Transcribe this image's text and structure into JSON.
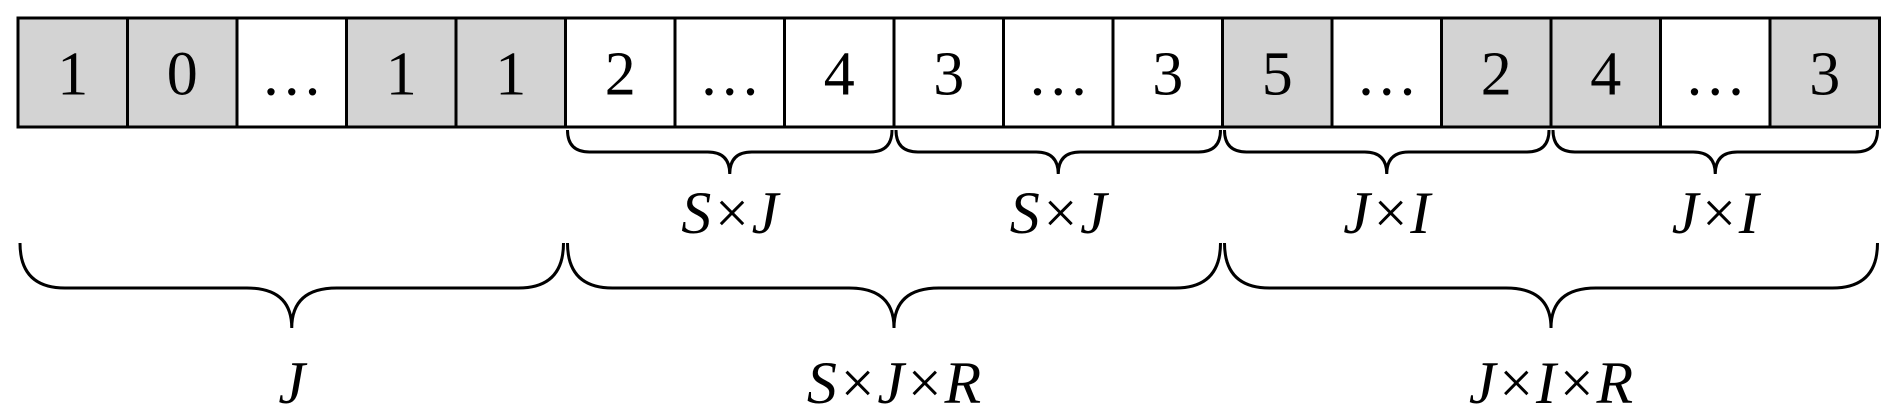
{
  "colors": {
    "shaded": "#d3d3d3",
    "plain": "#ffffff",
    "border": "#000000"
  },
  "cells": [
    {
      "text": "1",
      "shaded": true
    },
    {
      "text": "0",
      "shaded": true
    },
    {
      "text": "…",
      "shaded": false
    },
    {
      "text": "1",
      "shaded": true
    },
    {
      "text": "1",
      "shaded": true
    },
    {
      "text": "2",
      "shaded": false
    },
    {
      "text": "…",
      "shaded": false
    },
    {
      "text": "4",
      "shaded": false
    },
    {
      "text": "3",
      "shaded": false
    },
    {
      "text": "…",
      "shaded": false
    },
    {
      "text": "3",
      "shaded": false
    },
    {
      "text": "5",
      "shaded": true
    },
    {
      "text": "…",
      "shaded": false
    },
    {
      "text": "2",
      "shaded": true
    },
    {
      "text": "4",
      "shaded": true
    },
    {
      "text": "…",
      "shaded": false
    },
    {
      "text": "3",
      "shaded": true
    }
  ],
  "inner_groups": [
    {
      "label": "S×J",
      "from": 5,
      "to": 7
    },
    {
      "label": "S×J",
      "from": 8,
      "to": 10
    },
    {
      "label": "J×I",
      "from": 11,
      "to": 13
    },
    {
      "label": "J×I",
      "from": 14,
      "to": 16
    }
  ],
  "outer_groups": [
    {
      "label": "J",
      "from": 0,
      "to": 4
    },
    {
      "label": "S×J×R",
      "from": 5,
      "to": 10
    },
    {
      "label": "J×I×R",
      "from": 11,
      "to": 16
    }
  ]
}
